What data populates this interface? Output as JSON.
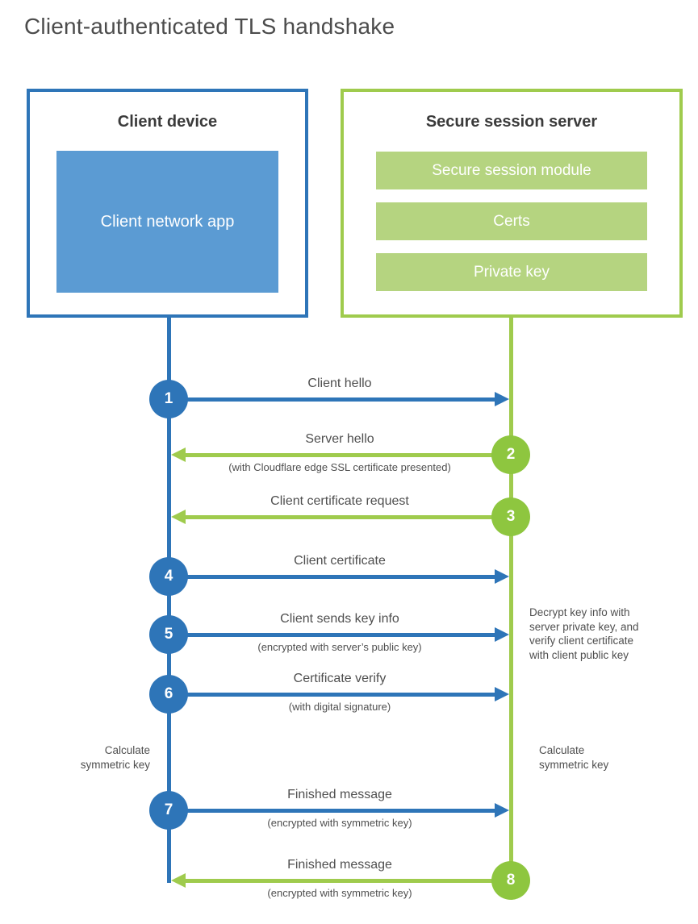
{
  "title": "Client-authenticated TLS handshake",
  "colors": {
    "blue_line": "#2e75b8",
    "blue_fill": "#5b9bd3",
    "green_line": "#9fcb4d",
    "green_circle": "#8ec63f",
    "green_bar": "#b5d480",
    "text_gray": "#4f4f4f"
  },
  "client_box": {
    "title": "Client device",
    "app_label": "Client network app"
  },
  "server_box": {
    "title": "Secure session server",
    "modules": [
      "Secure session module",
      "Certs",
      "Private key"
    ]
  },
  "steps": [
    {
      "num": "1",
      "label": "Client hello",
      "direction": "client-to-server"
    },
    {
      "num": "2",
      "label": "Server hello",
      "sub": "(with Cloudflare edge SSL certificate presented)",
      "direction": "server-to-client"
    },
    {
      "num": "3",
      "label": "Client certificate request",
      "direction": "server-to-client"
    },
    {
      "num": "4",
      "label": "Client certificate",
      "direction": "client-to-server"
    },
    {
      "num": "5",
      "label": "Client sends key info",
      "sub": "(encrypted with server’s public key)",
      "direction": "client-to-server"
    },
    {
      "num": "6",
      "label": "Certificate verify",
      "sub": "(with digital signature)",
      "direction": "client-to-server"
    },
    {
      "num": "7",
      "label": "Finished message",
      "sub": "(encrypted with symmetric key)",
      "direction": "client-to-server"
    },
    {
      "num": "8",
      "label": "Finished message",
      "sub": "(encrypted with symmetric key)",
      "direction": "server-to-client"
    }
  ],
  "annotations": {
    "decrypt_note": [
      "Decrypt key info with",
      "server private key, and",
      "verify client certificate",
      "with client public key"
    ],
    "calc_left": [
      "Calculate",
      "symmetric key"
    ],
    "calc_right": [
      "Calculate",
      "symmetric key"
    ]
  }
}
